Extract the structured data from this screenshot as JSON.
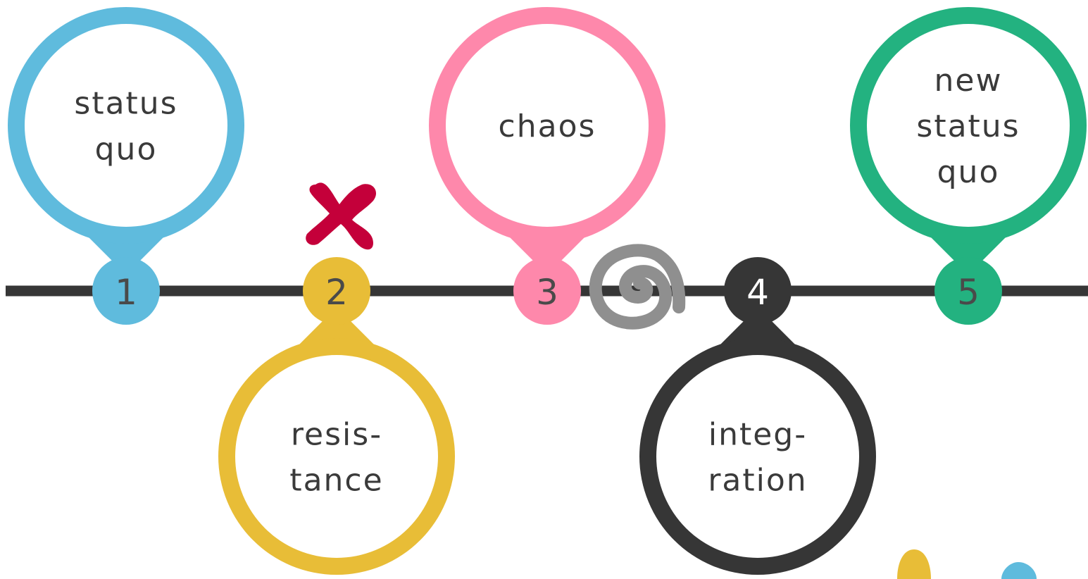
{
  "timeline": {
    "line_color": "#363636",
    "stages": [
      {
        "number": "1",
        "lines": [
          "status",
          "quo"
        ],
        "color": "#5fbbdd",
        "number_color": "#4a4a4a",
        "direction": "up"
      },
      {
        "number": "2",
        "lines": [
          "resis-",
          "tance"
        ],
        "color": "#e8bd37",
        "number_color": "#4a4a4a",
        "direction": "down"
      },
      {
        "number": "3",
        "lines": [
          "chaos"
        ],
        "color": "#fe88ab",
        "number_color": "#4a4a4a",
        "direction": "up"
      },
      {
        "number": "4",
        "lines": [
          "integ-",
          "ration"
        ],
        "color": "#363636",
        "number_color": "#ffffff",
        "direction": "down"
      },
      {
        "number": "5",
        "lines": [
          "new",
          "status",
          "quo"
        ],
        "color": "#23b280",
        "number_color": "#4a4a4a",
        "direction": "up"
      }
    ]
  },
  "decorations": {
    "cross_icon_color": "#c4003a",
    "spiral_icon_color": "#8f8f8f",
    "corner_drop_colors": [
      "#e8bd37",
      "#5fbbdd"
    ]
  }
}
